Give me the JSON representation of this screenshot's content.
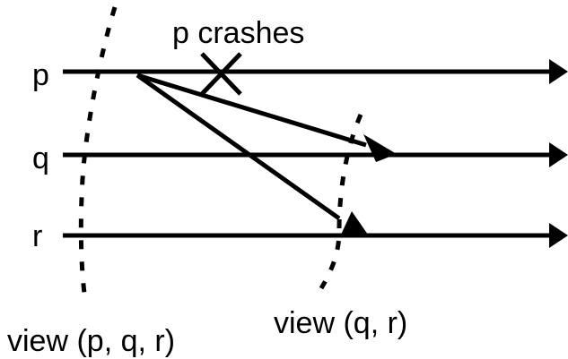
{
  "diagram": {
    "processes": [
      {
        "id": "p",
        "label": "p"
      },
      {
        "id": "q",
        "label": "q"
      },
      {
        "id": "r",
        "label": "r"
      }
    ],
    "crash_label": "p crashes",
    "views": [
      {
        "id": "view-pqr",
        "label": "view (p, q, r)"
      },
      {
        "id": "view-qr",
        "label": "view (q, r)"
      }
    ],
    "messages": [
      {
        "from": "p",
        "to": "q"
      },
      {
        "from": "p",
        "to": "r"
      }
    ],
    "colors": {
      "ink": "#000000",
      "background": "#ffffff"
    }
  }
}
